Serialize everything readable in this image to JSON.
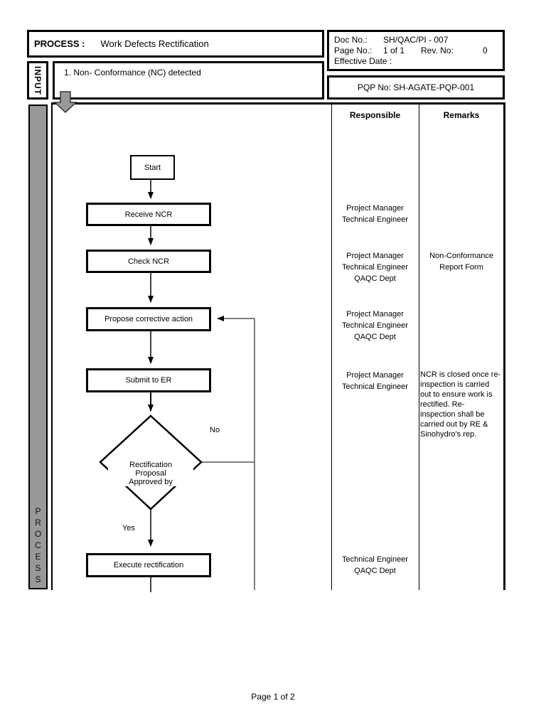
{
  "header": {
    "process_label": "PROCESS :",
    "process_title": "Work Defects Rectification",
    "doc_no_label": "Doc No.:",
    "doc_no_value": "SH/QAC/PI - 007",
    "page_no_label": "Page No.:",
    "page_no_value": "1 of 1",
    "rev_no_label": "Rev. No:",
    "rev_no_value": "0",
    "effective_date_label": "Effective Date :",
    "pqp_no": "PQP No: SH-AGATE-PQP-001"
  },
  "input": {
    "label": "INPUT",
    "item": "1. Non- Conformance (NC) detected"
  },
  "process": {
    "label_letters": "P\nR\nO\nC\nE\nS\nS",
    "columns": {
      "responsible": "Responsible",
      "remarks": "Remarks"
    }
  },
  "flowchart": {
    "start": "Start",
    "receive_ncr": "Receive NCR",
    "check_ncr": "Check NCR",
    "propose": "Propose corrective action",
    "submit": "Submit to ER",
    "decision": "Rectification\nProposal\nApproved by",
    "execute": "Execute rectification",
    "no_label": "No",
    "yes_label": "Yes"
  },
  "rows": {
    "receive": {
      "responsible": "Project Manager\nTechnical Engineer"
    },
    "check": {
      "responsible": "Project Manager\nTechnical Engineer\nQAQC Dept",
      "remarks": "Non-Conformance\nReport Form"
    },
    "propose": {
      "responsible": "Project Manager\nTechnical Engineer\nQAQC Dept"
    },
    "submit": {
      "responsible": "Project Manager\nTechnical Engineer",
      "remarks": "NCR is closed once re-\ninspection is carried\nout to ensure work is\nrectified.  Re-\ninspection shall be\ncarried out by RE &\nSinohydro's rep."
    },
    "execute": {
      "responsible": "Technical Engineer\nQAQC Dept"
    }
  },
  "footer": {
    "page": "Page 1 of 2"
  },
  "colors": {
    "bar_fill": "#999999",
    "line": "#000000",
    "loop_line": "#555555",
    "arrow_icon_fill": "#999999"
  }
}
